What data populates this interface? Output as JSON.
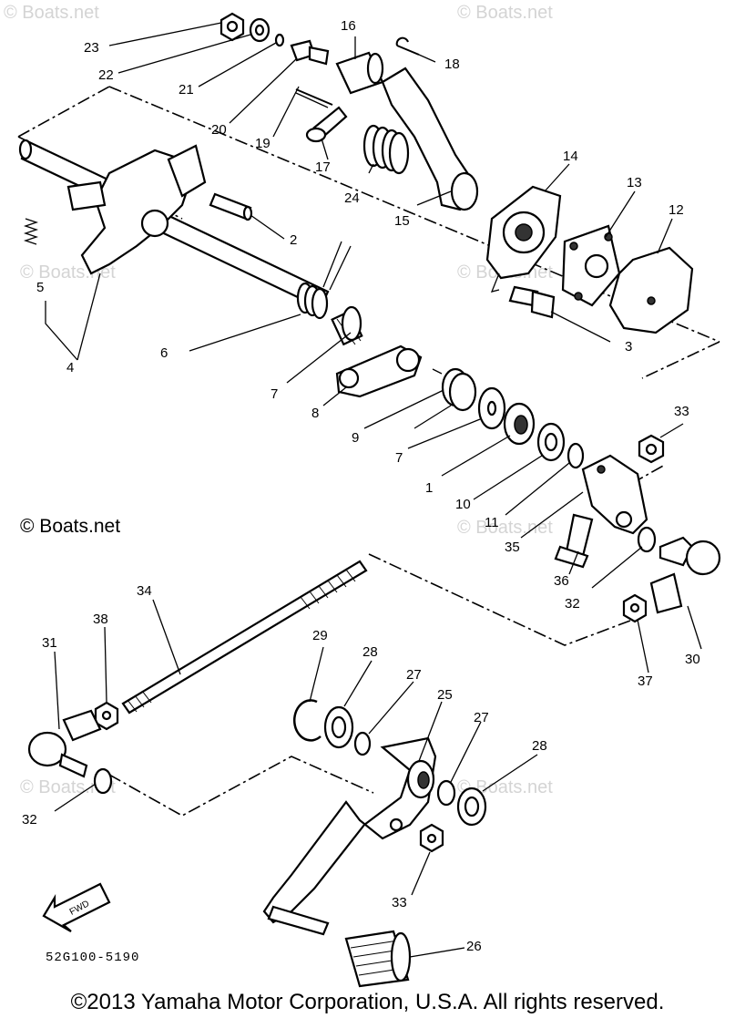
{
  "watermark_main": "© Boats.net",
  "watermark_faint": "© Boats.net",
  "drawing_number": "52G100-5190",
  "fwd_label": "FWD",
  "copyright": "©2013 Yamaha Motor Corporation, U.S.A. All rights reserved.",
  "callouts": {
    "p1": "1",
    "p2": "2",
    "p3": "3",
    "p4": "4",
    "p5": "5",
    "p6": "6",
    "p7a": "7",
    "p7b": "7",
    "p8": "8",
    "p9": "9",
    "p10": "10",
    "p11": "11",
    "p12": "12",
    "p13": "13",
    "p14": "14",
    "p15": "15",
    "p16": "16",
    "p17": "17",
    "p18": "18",
    "p19": "19",
    "p20": "20",
    "p21": "21",
    "p22": "22",
    "p23": "23",
    "p24": "24",
    "p25": "25",
    "p26": "26",
    "p27a": "27",
    "p27b": "27",
    "p28a": "28",
    "p28b": "28",
    "p29": "29",
    "p30": "30",
    "p31": "31",
    "p32a": "32",
    "p32b": "32",
    "p33a": "33",
    "p33b": "33",
    "p34": "34",
    "p35": "35",
    "p36": "36",
    "p37": "37",
    "p38": "38"
  }
}
